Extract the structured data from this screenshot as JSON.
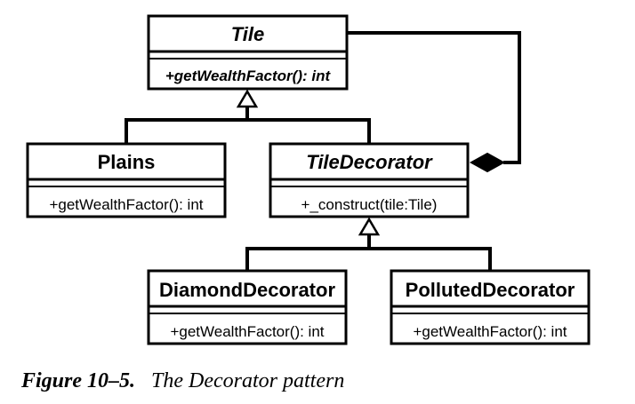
{
  "diagram": {
    "classes": {
      "tile": {
        "name": "Tile",
        "operation": "+getWealthFactor(): int"
      },
      "plains": {
        "name": "Plains",
        "operation": "+getWealthFactor(): int"
      },
      "tile_decorator": {
        "name": "TileDecorator",
        "operation": "+_construct(tile:Tile)"
      },
      "diamond_decorator": {
        "name": "DiamondDecorator",
        "operation": "+getWealthFactor(): int"
      },
      "polluted_decorator": {
        "name": "PollutedDecorator",
        "operation": "+getWealthFactor(): int"
      }
    }
  },
  "caption": {
    "label": "Figure 10–5.",
    "text": "The Decorator pattern"
  }
}
